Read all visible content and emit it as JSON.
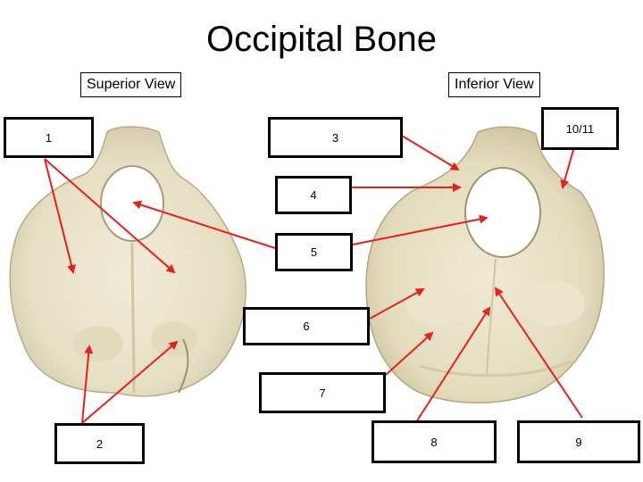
{
  "title": "Occipital Bone",
  "views": {
    "superior": "Superior View",
    "inferior": "Inferior View"
  },
  "labels": [
    "1",
    "2",
    "3",
    "4",
    "5",
    "6",
    "7",
    "8",
    "9",
    "10/11"
  ],
  "colors": {
    "arrow": "#e8201a",
    "bone": "#e9e3cc",
    "bone_shadow": "#cfc5a4",
    "box_border": "#000000"
  }
}
